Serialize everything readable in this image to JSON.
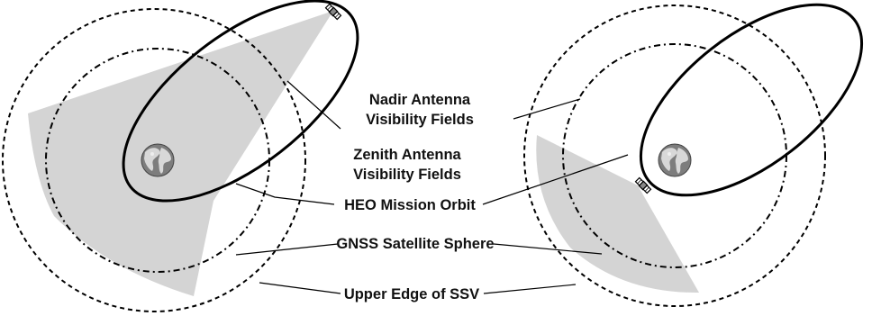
{
  "labels": {
    "nadir_line1": "Nadir Antenna",
    "nadir_line2": "Visibility Fields",
    "zenith_line1": "Zenith Antenna",
    "zenith_line2": "Visibility Fields",
    "orbit": "HEO Mission Orbit",
    "gnss": "GNSS Satellite Sphere",
    "ssv": "Upper Edge of SSV"
  },
  "colors": {
    "field_fill": "#d4d4d4",
    "line": "#000000",
    "earth_ocean": "#7d7d7d",
    "earth_land": "#d8d8d8"
  },
  "icons": {
    "earth": "earth-globe-icon",
    "satellite": "satellite-icon"
  }
}
